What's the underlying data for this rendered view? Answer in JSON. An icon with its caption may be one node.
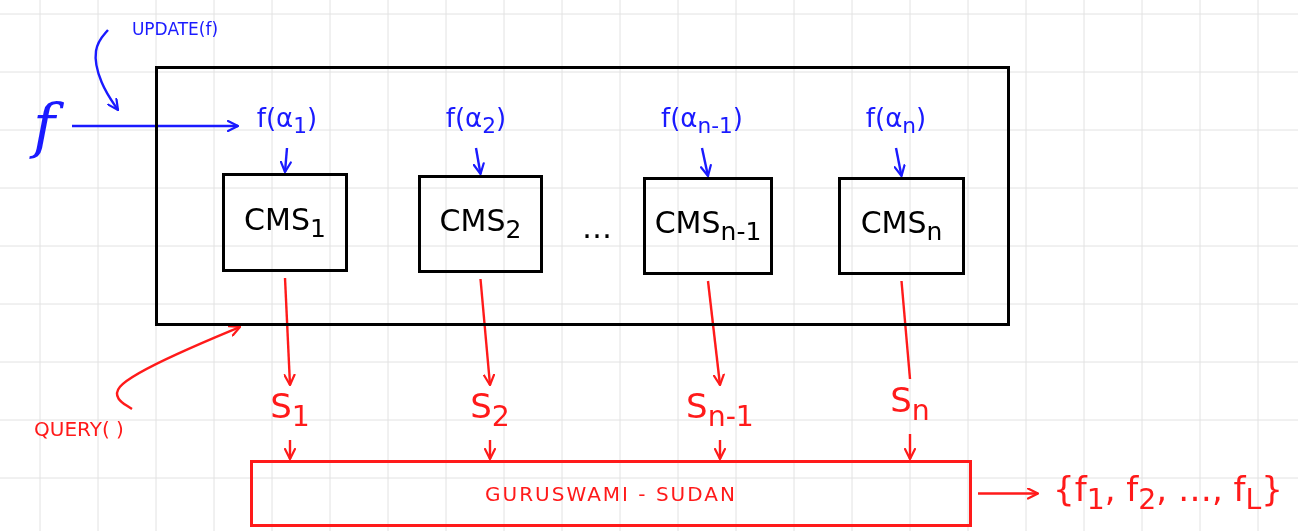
{
  "diagram": {
    "nodes": [
      {
        "text": [
          "UPDATE(f)"
        ]
      },
      {
        "text": [
          "f"
        ]
      },
      {
        "text": [],
        "shape": "box"
      },
      {
        "text": [
          "f(α$_{1}$)"
        ],
        "in": 2
      },
      {
        "text": [
          "f(α$_{2}$)"
        ],
        "in": 2
      },
      {
        "text": [
          "f(α$_{n-1}$)"
        ],
        "in": 2
      },
      {
        "text": [
          "f(α$_{n}$)"
        ],
        "in": 2
      },
      {
        "text": [
          "CMS$_{1}$"
        ],
        "in": 2
      },
      {
        "text": [
          "CMS$_{2}$"
        ],
        "in": 2
      },
      {
        "text": [
          "CMS$_{n-1}$"
        ],
        "in": 2
      },
      {
        "text": [
          "CMS$_{n}$"
        ],
        "in": 2
      },
      {
        "text": [
          "QUERY( )"
        ]
      },
      {
        "text": [
          "S$_{1}$"
        ]
      },
      {
        "text": [
          "S$_{2}$"
        ]
      },
      {
        "text": [
          "S$_{n-1}$"
        ]
      },
      {
        "text": [
          "S$_{n}$"
        ]
      },
      {
        "text": [
          "GURUSWAMI - SUDAN"
        ]
      },
      {
        "text": [
          "{f$_{1}$, f$_{2}$, …, f$_{L}$}"
        ]
      }
    ],
    "edges": [
      {
        "from": 0,
        "to": null,
        "arrow": "to",
        "color": "#1a1aff"
      },
      {
        "from": 1,
        "to": 3,
        "arrow": "to",
        "color": "#1a1aff"
      },
      {
        "from": 3,
        "to": 7,
        "arrow": "to",
        "color": "#1a1aff"
      },
      {
        "from": 4,
        "to": 8,
        "arrow": "to",
        "color": "#1a1aff"
      },
      {
        "from": 5,
        "to": 9,
        "arrow": "to",
        "color": "#1a1aff"
      },
      {
        "from": 6,
        "to": 10,
        "arrow": "to",
        "color": "#1a1aff"
      },
      {
        "from": 11,
        "to": 2,
        "arrow": "to"
      },
      {
        "from": 7,
        "to": 12,
        "arrow": "to"
      },
      {
        "from": 8,
        "to": 13,
        "arrow": "to"
      },
      {
        "from": 9,
        "to": 14,
        "arrow": "to"
      },
      {
        "from": 10,
        "to": 15,
        "arrow": "none"
      },
      {
        "from": 12,
        "to": 16,
        "arrow": "to"
      },
      {
        "from": 13,
        "to": 16,
        "arrow": "to"
      },
      {
        "from": 14,
        "to": 16,
        "arrow": "to"
      },
      {
        "from": 15,
        "to": 16,
        "arrow": "to"
      },
      {
        "from": 16,
        "to": 17,
        "arrow": "to"
      }
    ],
    "labels": [
      "…"
    ]
  }
}
